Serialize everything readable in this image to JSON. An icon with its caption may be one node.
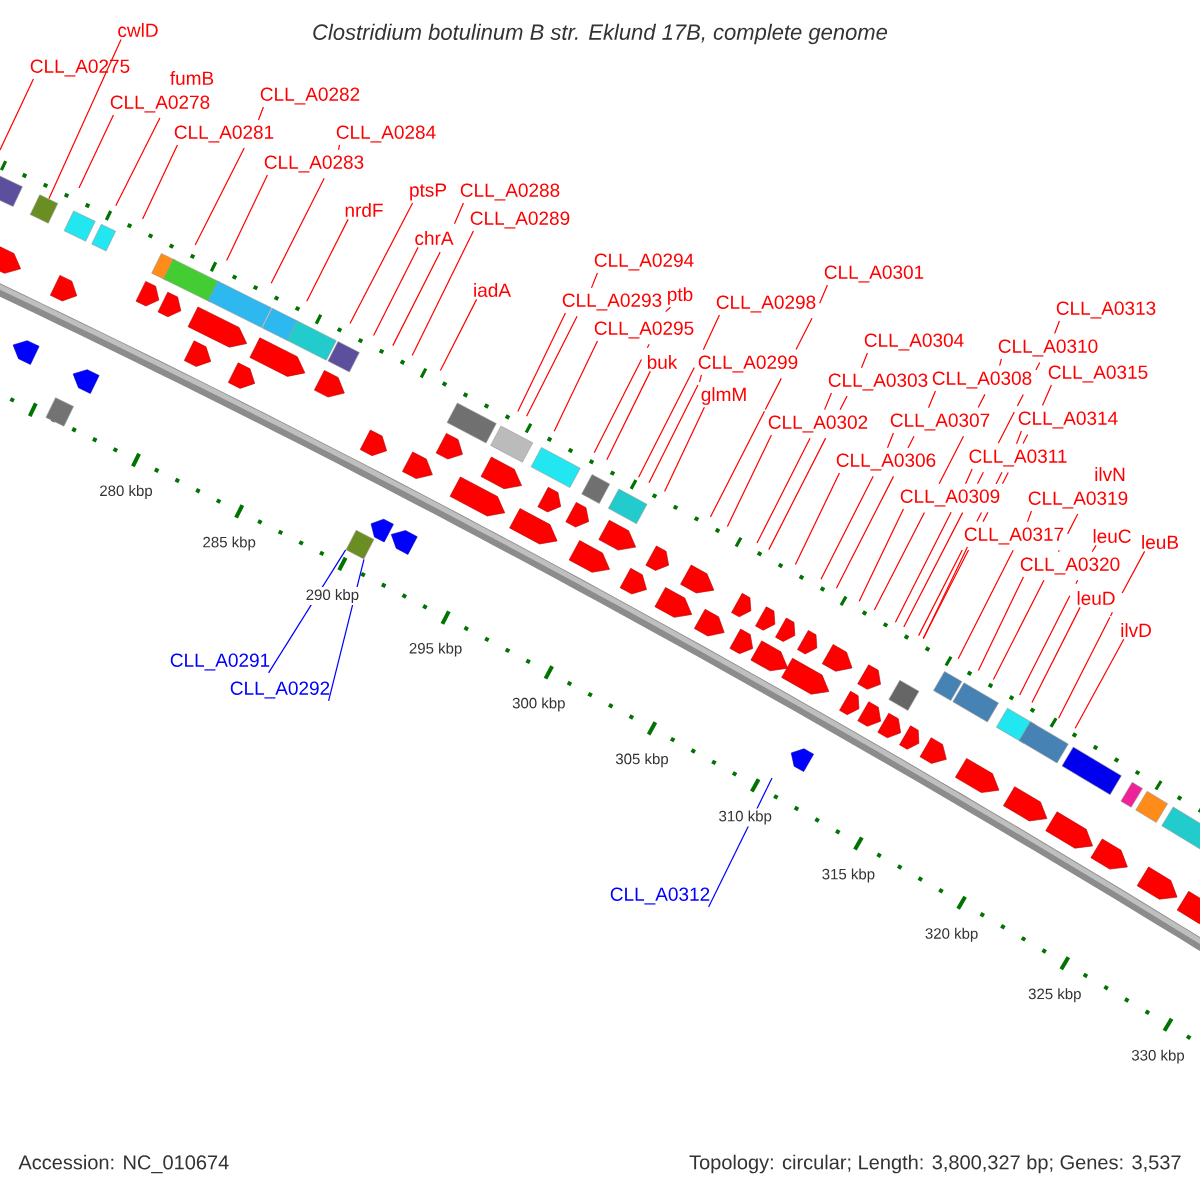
{
  "diagram": {
    "title": "Clostridium botulinum B str. Eklund 17B, complete genome",
    "nodes": [
      {
        "text": [
          "cwlD"
        ]
      },
      {
        "text": [
          "CLL_A0275"
        ]
      },
      {
        "text": [
          "fumB"
        ]
      },
      {
        "text": [
          "CLL_A0278"
        ]
      },
      {
        "text": [
          "CLL_A0282"
        ]
      },
      {
        "text": [
          "CLL_A0281"
        ]
      },
      {
        "text": [
          "CLL_A0284"
        ]
      },
      {
        "text": [
          "CLL_A0283"
        ]
      },
      {
        "text": [
          "ptsP"
        ]
      },
      {
        "text": [
          "CLL_A0288"
        ]
      },
      {
        "text": [
          "nrdF"
        ]
      },
      {
        "text": [
          "chrA"
        ]
      },
      {
        "text": [
          "CLL_A0289"
        ]
      },
      {
        "text": [
          "iadA"
        ]
      },
      {
        "text": [
          "CLL_A0294"
        ]
      },
      {
        "text": [
          "CLL_A0301"
        ]
      },
      {
        "text": [
          "CLL_A0293"
        ]
      },
      {
        "text": [
          "ptb"
        ]
      },
      {
        "text": [
          "CLL_A0298"
        ]
      },
      {
        "text": [
          "CLL_A0313"
        ]
      },
      {
        "text": [
          "CLL_A0295"
        ]
      },
      {
        "text": [
          "CLL_A0304"
        ]
      },
      {
        "text": [
          "CLL_A0310"
        ]
      },
      {
        "text": [
          "buk"
        ]
      },
      {
        "text": [
          "CLL_A0299"
        ]
      },
      {
        "text": [
          "CLL_A0315"
        ]
      },
      {
        "text": [
          "CLL_A0303"
        ]
      },
      {
        "text": [
          "CLL_A0308"
        ]
      },
      {
        "text": [
          "glmM"
        ]
      },
      {
        "text": [
          "CLL_A0314"
        ]
      },
      {
        "text": [
          "CLL_A0307"
        ]
      },
      {
        "text": [
          "CLL_A0302"
        ]
      },
      {
        "text": [
          "CLL_A0311"
        ]
      },
      {
        "text": [
          "CLL_A0306"
        ]
      },
      {
        "text": [
          "ilvN"
        ]
      },
      {
        "text": [
          "CLL_A0309"
        ]
      },
      {
        "text": [
          "CLL_A0319"
        ]
      },
      {
        "text": [
          "CLL_A0317"
        ]
      },
      {
        "text": [
          "leuC"
        ]
      },
      {
        "text": [
          "leuB"
        ]
      },
      {
        "text": [
          "CLL_A0320"
        ]
      },
      {
        "text": [
          "leuD"
        ]
      },
      {
        "text": [
          "ilvD"
        ]
      },
      {
        "text": [
          "CLL_A0291"
        ]
      },
      {
        "text": [
          "CLL_A0292"
        ]
      },
      {
        "text": [
          "CLL_A0312"
        ]
      },
      {
        "text": [],
        "shape": "box"
      },
      {
        "text": [],
        "shape": "box"
      }
    ],
    "edges": [
      {
        "from": 0,
        "to": 47,
        "arrow": "none"
      },
      {
        "from": 1,
        "to": null,
        "arrow": "none"
      },
      {
        "from": 2,
        "to": null,
        "arrow": "none"
      },
      {
        "from": 3,
        "to": null,
        "arrow": "none"
      },
      {
        "from": 4,
        "to": null,
        "arrow": "none"
      },
      {
        "from": 5,
        "to": null,
        "arrow": "none"
      },
      {
        "from": 6,
        "to": null,
        "arrow": "none"
      },
      {
        "from": 7,
        "to": null,
        "arrow": "none"
      },
      {
        "from": 8,
        "to": null,
        "arrow": "none"
      },
      {
        "from": 9,
        "to": null,
        "arrow": "none"
      },
      {
        "from": 10,
        "to": null,
        "arrow": "none"
      },
      {
        "from": 11,
        "to": null,
        "arrow": "none"
      },
      {
        "from": 12,
        "to": null,
        "arrow": "none"
      },
      {
        "from": 13,
        "to": null,
        "arrow": "none"
      },
      {
        "from": 14,
        "to": null,
        "arrow": "none"
      },
      {
        "from": 15,
        "to": null,
        "arrow": "none"
      },
      {
        "from": 16,
        "to": null,
        "arrow": "none"
      },
      {
        "from": 17,
        "to": null,
        "arrow": "none"
      },
      {
        "from": 18,
        "to": null,
        "arrow": "none"
      },
      {
        "from": 19,
        "to": null,
        "arrow": "none"
      },
      {
        "from": 20,
        "to": null,
        "arrow": "none"
      },
      {
        "from": 21,
        "to": null,
        "arrow": "none"
      },
      {
        "from": 22,
        "to": null,
        "arrow": "none"
      },
      {
        "from": 23,
        "to": null,
        "arrow": "none"
      },
      {
        "from": 24,
        "to": null,
        "arrow": "none"
      },
      {
        "from": 25,
        "to": null,
        "arrow": "none"
      },
      {
        "from": 26,
        "to": null,
        "arrow": "none"
      },
      {
        "from": 27,
        "to": null,
        "arrow": "none"
      },
      {
        "from": 28,
        "to": null,
        "arrow": "none"
      },
      {
        "from": 29,
        "to": null,
        "arrow": "none"
      },
      {
        "from": 30,
        "to": null,
        "arrow": "none"
      },
      {
        "from": 31,
        "to": null,
        "arrow": "none"
      },
      {
        "from": 32,
        "to": null,
        "arrow": "none"
      },
      {
        "from": 33,
        "to": null,
        "arrow": "none"
      },
      {
        "from": 34,
        "to": null,
        "arrow": "none"
      },
      {
        "from": 35,
        "to": null,
        "arrow": "none"
      },
      {
        "from": 36,
        "to": null,
        "arrow": "none"
      },
      {
        "from": 37,
        "to": null,
        "arrow": "none"
      },
      {
        "from": 38,
        "to": null,
        "arrow": "none"
      },
      {
        "from": 39,
        "to": null,
        "arrow": "none"
      },
      {
        "from": 40,
        "to": null,
        "arrow": "none"
      },
      {
        "from": 41,
        "to": null,
        "arrow": "none"
      },
      {
        "from": 42,
        "to": null,
        "arrow": "none"
      },
      {
        "from": 43,
        "to": 46,
        "arrow": "none",
        "color": "#0000ff"
      },
      {
        "from": 44,
        "to": 46,
        "arrow": "none",
        "color": "#0000ff"
      },
      {
        "from": 45,
        "to": null,
        "arrow": "none",
        "color": "#0000ff"
      }
    ],
    "labels": [
      "280 kbp",
      "285 kbp",
      "290 kbp",
      "295 kbp",
      "300 kbp",
      "305 kbp",
      "310 kbp",
      "315 kbp",
      "320 kbp",
      "325 kbp",
      "330 kbp",
      "Accession: NC_010674",
      "Topology: circular; Length: 3,800,327 bp; Genes: 3,537"
    ]
  }
}
